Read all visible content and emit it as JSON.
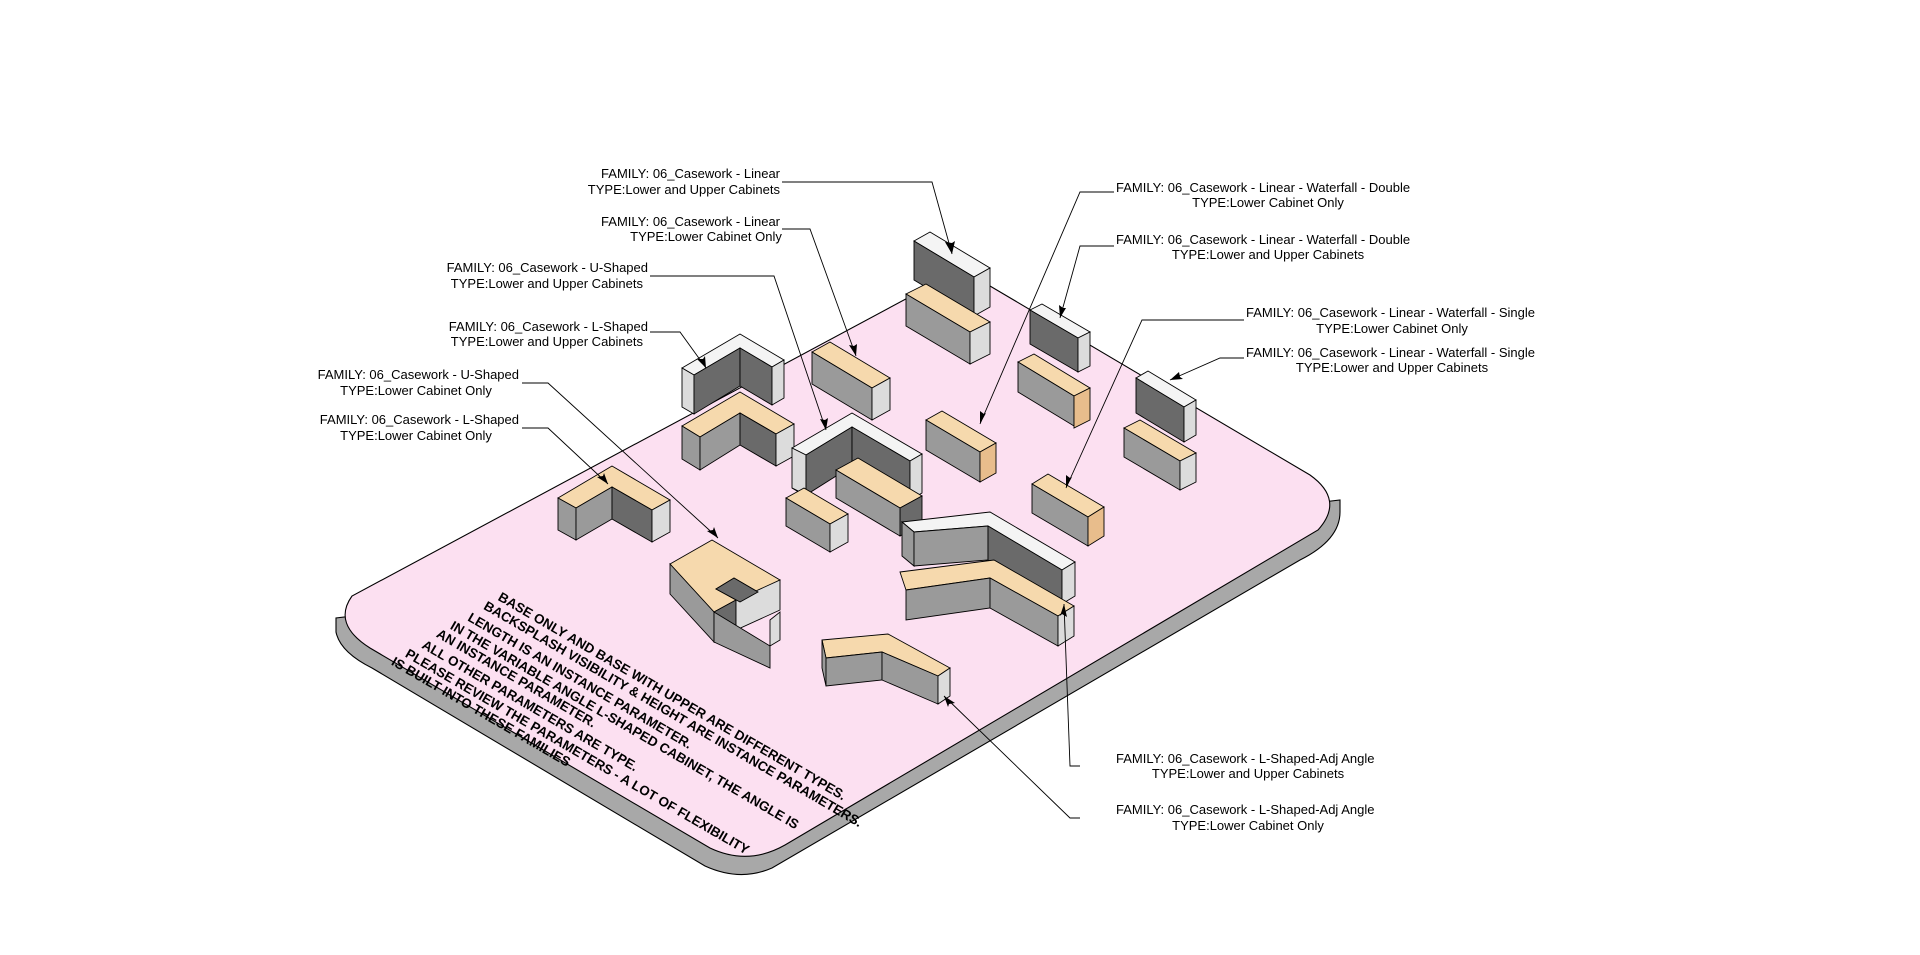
{
  "tags": [
    {
      "family": "FAMILY: 06_Casework - Linear",
      "type": "TYPE:Lower and Upper Cabinets"
    },
    {
      "family": "FAMILY: 06_Casework - Linear",
      "type": "TYPE:Lower Cabinet Only"
    },
    {
      "family": "FAMILY: 06_Casework - U-Shaped",
      "type": "TYPE:Lower and Upper Cabinets"
    },
    {
      "family": "FAMILY: 06_Casework - L-Shaped",
      "type": "TYPE:Lower and Upper Cabinets"
    },
    {
      "family": "FAMILY: 06_Casework - U-Shaped",
      "type": "TYPE:Lower Cabinet Only"
    },
    {
      "family": "FAMILY: 06_Casework - L-Shaped",
      "type": "TYPE:Lower Cabinet Only"
    },
    {
      "family": "FAMILY: 06_Casework - Linear - Waterfall - Double",
      "type": "TYPE:Lower Cabinet Only"
    },
    {
      "family": "FAMILY: 06_Casework - Linear - Waterfall - Double",
      "type": "TYPE:Lower and Upper Cabinets"
    },
    {
      "family": "FAMILY: 06_Casework - Linear - Waterfall - Single",
      "type": "TYPE:Lower Cabinet Only"
    },
    {
      "family": "FAMILY: 06_Casework - Linear - Waterfall - Single",
      "type": "TYPE:Lower and Upper Cabinets"
    },
    {
      "family": "FAMILY: 06_Casework - L-Shaped-Adj Angle",
      "type": "TYPE:Lower and Upper Cabinets"
    },
    {
      "family": "FAMILY: 06_Casework - L-Shaped-Adj Angle",
      "type": "TYPE:Lower Cabinet Only"
    }
  ],
  "notes": [
    "BASE ONLY AND BASE WITH UPPER ARE DIFFERENT TYPES.",
    "BACKSPLASH VISIBILITY & HEIGHT ARE INSTANCE PARAMETERS.",
    "LENGTH IS AN INSTANCE PARAMETER.",
    "IN THE VARIABLE ANGLE L-SHAPED CABINET, THE ANGLE IS",
    "AN INSTANCE PARAMETER.",
    "ALL OTHER PARAMETERS ARE TYPE.",
    "PLEASE REVIEW THE PARAMETERS - A LOT OF FLEXIBILITY",
    "IS BUILT INTO THESE FAMILIES"
  ],
  "colors": {
    "platform_top": "#fce0f1",
    "countertop": "#f6d9ad",
    "end_panel": "#e8bd8c",
    "cabinet_dark": "#6a6a6a"
  }
}
